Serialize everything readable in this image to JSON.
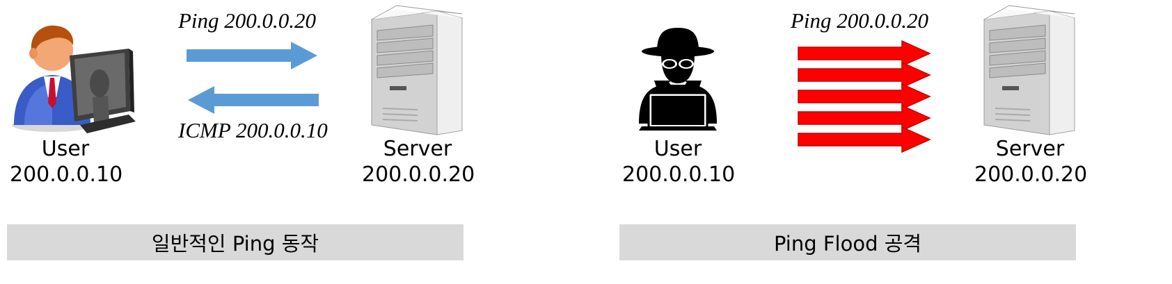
{
  "left_panel": {
    "flow_request": "Ping 200.0.0.20",
    "flow_reply": "ICMP 200.0.0.10",
    "user": {
      "name": "User",
      "ip": "200.0.0.10"
    },
    "server": {
      "name": "Server",
      "ip": "200.0.0.20"
    },
    "caption": "일반적인 Ping 동작",
    "arrow_color": "#5b9bd5"
  },
  "right_panel": {
    "flow_request": "Ping 200.0.0.20",
    "user": {
      "name": "User",
      "ip": "200.0.0.10"
    },
    "server": {
      "name": "Server",
      "ip": "200.0.0.20"
    },
    "caption": "Ping Flood 공격",
    "arrow_color": "#ff0000",
    "arrow_count": 5
  },
  "icons": {
    "left_user": "user-at-computer-icon",
    "attacker": "hacker-icon",
    "server": "server-tower-icon"
  }
}
